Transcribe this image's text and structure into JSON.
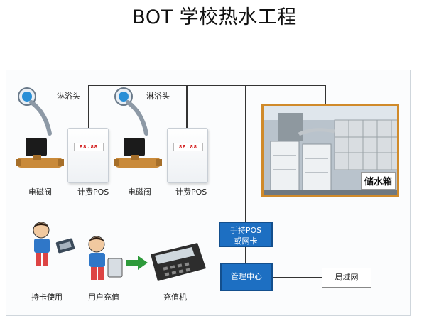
{
  "title": "BOT 学校热水工程",
  "labels": {
    "shower_head_1": "淋浴头",
    "shower_head_2": "淋浴头",
    "valve_1": "电磁阀",
    "pos_1": "计费POS",
    "valve_2": "电磁阀",
    "pos_2": "计费POS",
    "use_card": "持卡使用",
    "user_recharge": "用户充值",
    "recharge_machine": "充值机",
    "storage_tank": "储水箱"
  },
  "boxes": {
    "handheld_pos_line1": "手持POS",
    "handheld_pos_line2": "或网卡",
    "management_center": "管理中心",
    "lan": "局域网"
  },
  "colors": {
    "box_blue": "#1d6fc2",
    "photo_border": "#d08a2a",
    "wire": "#333333",
    "arrow_green": "#2d9a3a"
  }
}
